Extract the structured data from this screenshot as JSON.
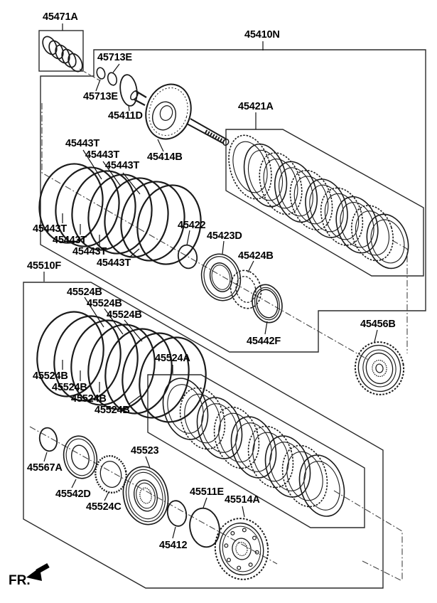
{
  "figure": {
    "type": "exploded-parts-diagram",
    "subject": "Transaxle brake & clutch assembly",
    "direction_indicator": "FR."
  },
  "parts": {
    "p45471a": "45471A",
    "p45410n": "45410N",
    "p45713e": "45713E",
    "p45411d": "45411D",
    "p45414b": "45414B",
    "p45421a": "45421A",
    "p45443t": "45443T",
    "p45422": "45422",
    "p45423d": "45423D",
    "p45424b": "45424B",
    "p45442f": "45442F",
    "p45456b": "45456B",
    "p45510f": "45510F",
    "p45524b": "45524B",
    "p45524a": "45524A",
    "p45523": "45523",
    "p45567a": "45567A",
    "p45542d": "45542D",
    "p45524c": "45524C",
    "p45511e": "45511E",
    "p45514a": "45514A",
    "p45412": "45412",
    "fr": "FR."
  },
  "callout_counts": {
    "45443T": 7,
    "45524B": 7,
    "45713E": 2
  },
  "bom": [
    "45410N",
    "45411D",
    "45412",
    "45414B",
    "45421A",
    "45422",
    "45423D",
    "45424B",
    "45442F",
    "45443T",
    "45456B",
    "45471A",
    "45510F",
    "45511E",
    "45514A",
    "45523",
    "45524A",
    "45524B",
    "45524C",
    "45542D",
    "45567A",
    "45713E"
  ],
  "colors": {
    "line": "#1a1a1a",
    "box": "#2a2a2a",
    "background": "#ffffff"
  }
}
